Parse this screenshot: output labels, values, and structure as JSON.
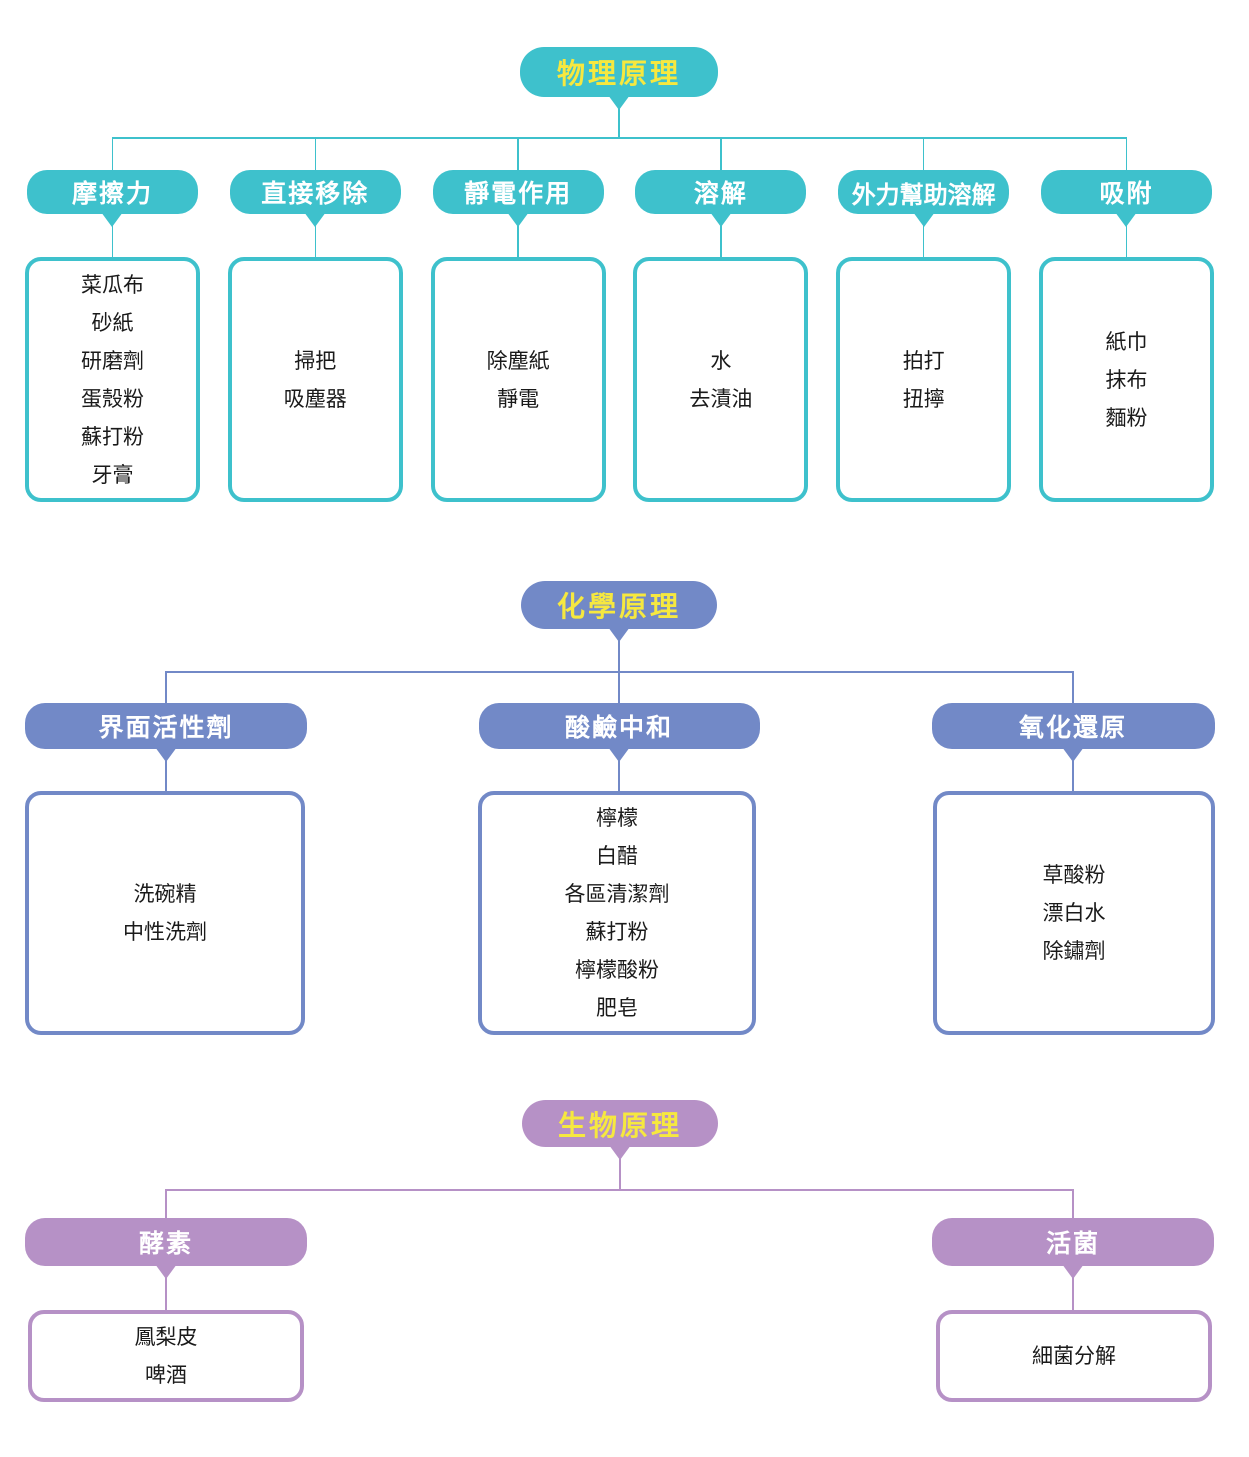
{
  "diagram": {
    "type": "tree",
    "language": "zh-TW",
    "topic": "清潔原理分類圖"
  },
  "colors": {
    "physical_accent": "#3EC1CC",
    "chemical_accent": "#7289C7",
    "biological_accent": "#B691C6",
    "root_label_text": "#F6E83F",
    "branch_label_text": "#FFFFFF",
    "leaf_text": "#1A1A1A",
    "background": "#FFFFFF"
  },
  "sections": [
    {
      "id": "physical",
      "title": "物理原理",
      "branches": [
        {
          "label": "摩擦力",
          "items": [
            "菜瓜布",
            "砂紙",
            "研磨劑",
            "蛋殼粉",
            "蘇打粉",
            "牙膏"
          ]
        },
        {
          "label": "直接移除",
          "items": [
            "掃把",
            "吸塵器"
          ]
        },
        {
          "label": "靜電作用",
          "items": [
            "除塵紙",
            "靜電"
          ]
        },
        {
          "label": "溶解",
          "items": [
            "水",
            "去漬油"
          ]
        },
        {
          "label": "外力幫助溶解",
          "items": [
            "拍打",
            "扭擰"
          ]
        },
        {
          "label": "吸附",
          "items": [
            "紙巾",
            "抹布",
            "麵粉"
          ]
        }
      ]
    },
    {
      "id": "chemical",
      "title": "化學原理",
      "branches": [
        {
          "label": "界面活性劑",
          "items": [
            "洗碗精",
            "中性洗劑"
          ]
        },
        {
          "label": "酸鹼中和",
          "items": [
            "檸檬",
            "白醋",
            "各區清潔劑",
            "蘇打粉",
            "檸檬酸粉",
            "肥皂"
          ]
        },
        {
          "label": "氧化還原",
          "items": [
            "草酸粉",
            "漂白水",
            "除鏽劑"
          ]
        }
      ]
    },
    {
      "id": "biological",
      "title": "生物原理",
      "branches": [
        {
          "label": "酵素",
          "items": [
            "鳳梨皮",
            "啤酒"
          ]
        },
        {
          "label": "活菌",
          "items": [
            "細菌分解"
          ]
        }
      ]
    }
  ]
}
